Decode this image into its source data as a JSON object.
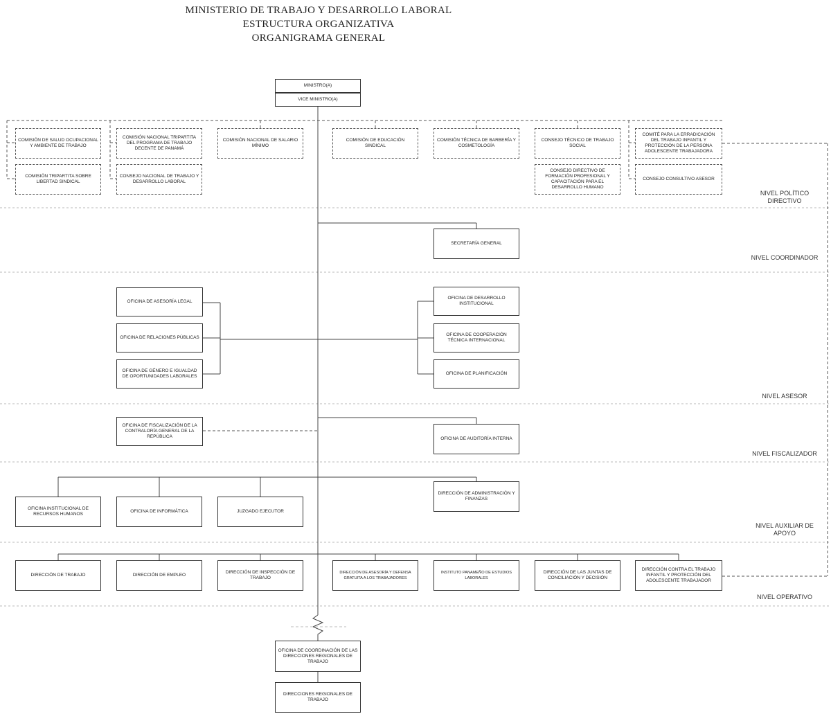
{
  "title": {
    "line1": "MINISTERIO DE TRABAJO Y DESARROLLO LABORAL",
    "line2": "ESTRUCTURA ORGANIZATIVA",
    "line3": "ORGANIGRAMA GENERAL"
  },
  "top": {
    "ministro": "MINISTRO(A)",
    "vice_ministro": "VICE MINISTRO(A)"
  },
  "consejos": {
    "c1": "COMISIÓN DE SALUD OCUPACIONAL Y AMBIENTE DE TRABAJO",
    "c2": "COMISIÓN TRIPARTITA SOBRE LIBERTAD SINDICAL",
    "c3": "COMISIÓN NACIONAL TRIPARTITA DEL PROGRAMA DE TRABAJO DECENTE DE PANAMÁ",
    "c4": "CONSEJO NACIONAL DE TRABAJO Y DESARROLLO LABORAL",
    "c5": "COMISIÓN NACIONAL DE SALARIO MÍNIMO",
    "c6": "COMISIÓN DE EDUCACIÓN SINDICAL",
    "c7": "COMISIÓN TÉCNICA DE BARBERÍA Y COSMETOLOGÍA",
    "c8": "CONSEJO TÉCNICO DE TRABAJO SOCIAL",
    "c9": "CONSEJO DIRECTIVO DE FORMACIÓN PROFESIONAL Y CAPACITACIÓN PARA EL DESARROLLO HUMANO",
    "c10": "COMITÉ PARA LA ERRADICACIÓN DEL TRABAJO INFANTIL Y PROTECCIÓN DE LA PERSONA ADOLESCENTE TRABAJADORA",
    "c11": "CONSEJO CONSULTIVO ASESOR"
  },
  "secretaria": "SECRETARÍA GENERAL",
  "asesor_left": {
    "a1": "OFICINA DE ASESORÍA LEGAL",
    "a2": "OFICINA DE RELACIONES PÚBLICAS",
    "a3": "OFICINA DE GÉNERO E IGUALDAD DE OPORTUNIDADES LABORALES"
  },
  "asesor_right": {
    "a4": "OFICINA DE DESARROLLO INSTITUCIONAL",
    "a5": "OFICINA DE COOPERACIÓN TÉCNICA INTERNACIONAL",
    "a6": "OFICINA DE PLANIFICACIÓN"
  },
  "fiscalizador": {
    "f1": "OFICINA DE FISCALIZACIÓN DE LA CONTRALORÍA GENERAL DE LA REPÚBLICA",
    "f2": "OFICINA DE AUDITORÍA INTERNA"
  },
  "apoyo": {
    "p1": "OFICINA INSTITUCIONAL DE RECURSOS HUMANOS",
    "p2": "OFICINA DE INFORMÁTICA",
    "p3": "JUZGADO EJECUTOR",
    "p4": "DIRECCIÓN DE ADMINISTRACIÓN Y FINANZAS"
  },
  "operativo": {
    "o1": "DIRECCIÓN DE TRABAJO",
    "o2": "DIRECCIÓN DE EMPLEO",
    "o3": "DIRECCIÓN DE INSPECCIÓN DE TRABAJO",
    "o4": "DIRECCIÓN DE ASESORÍA Y DEFENSA GRATUITA A LOS TRABAJADORES",
    "o5": "INSTITUTO PANAMEÑO DE ESTUDIOS LABORALES",
    "o6": "DIRECCIÓN DE LAS JUNTAS DE CONCILIACIÓN Y DECISIÓN",
    "o7": "DIRECCIÓN CONTRA EL TRABAJO INFANTIL Y PROTECCIÓN DEL ADOLESCENTE TRABAJADOR"
  },
  "regional": {
    "r1": "OFICINA DE COORDINACIÓN DE LAS DIRECCIONES REGIONALES DE TRABAJO",
    "r2": "DIRECCIONES REGIONALES DE TRABAJO"
  },
  "levels": {
    "politico": "NIVEL POLÍTICO DIRECTIVO",
    "coordinador": "NIVEL COORDINADOR",
    "asesor": "NIVEL ASESOR",
    "fiscalizador": "NIVEL FISCALIZADOR",
    "apoyo": "NIVEL AUXILIAR DE APOYO",
    "operativo": "NIVEL OPERATIVO"
  }
}
